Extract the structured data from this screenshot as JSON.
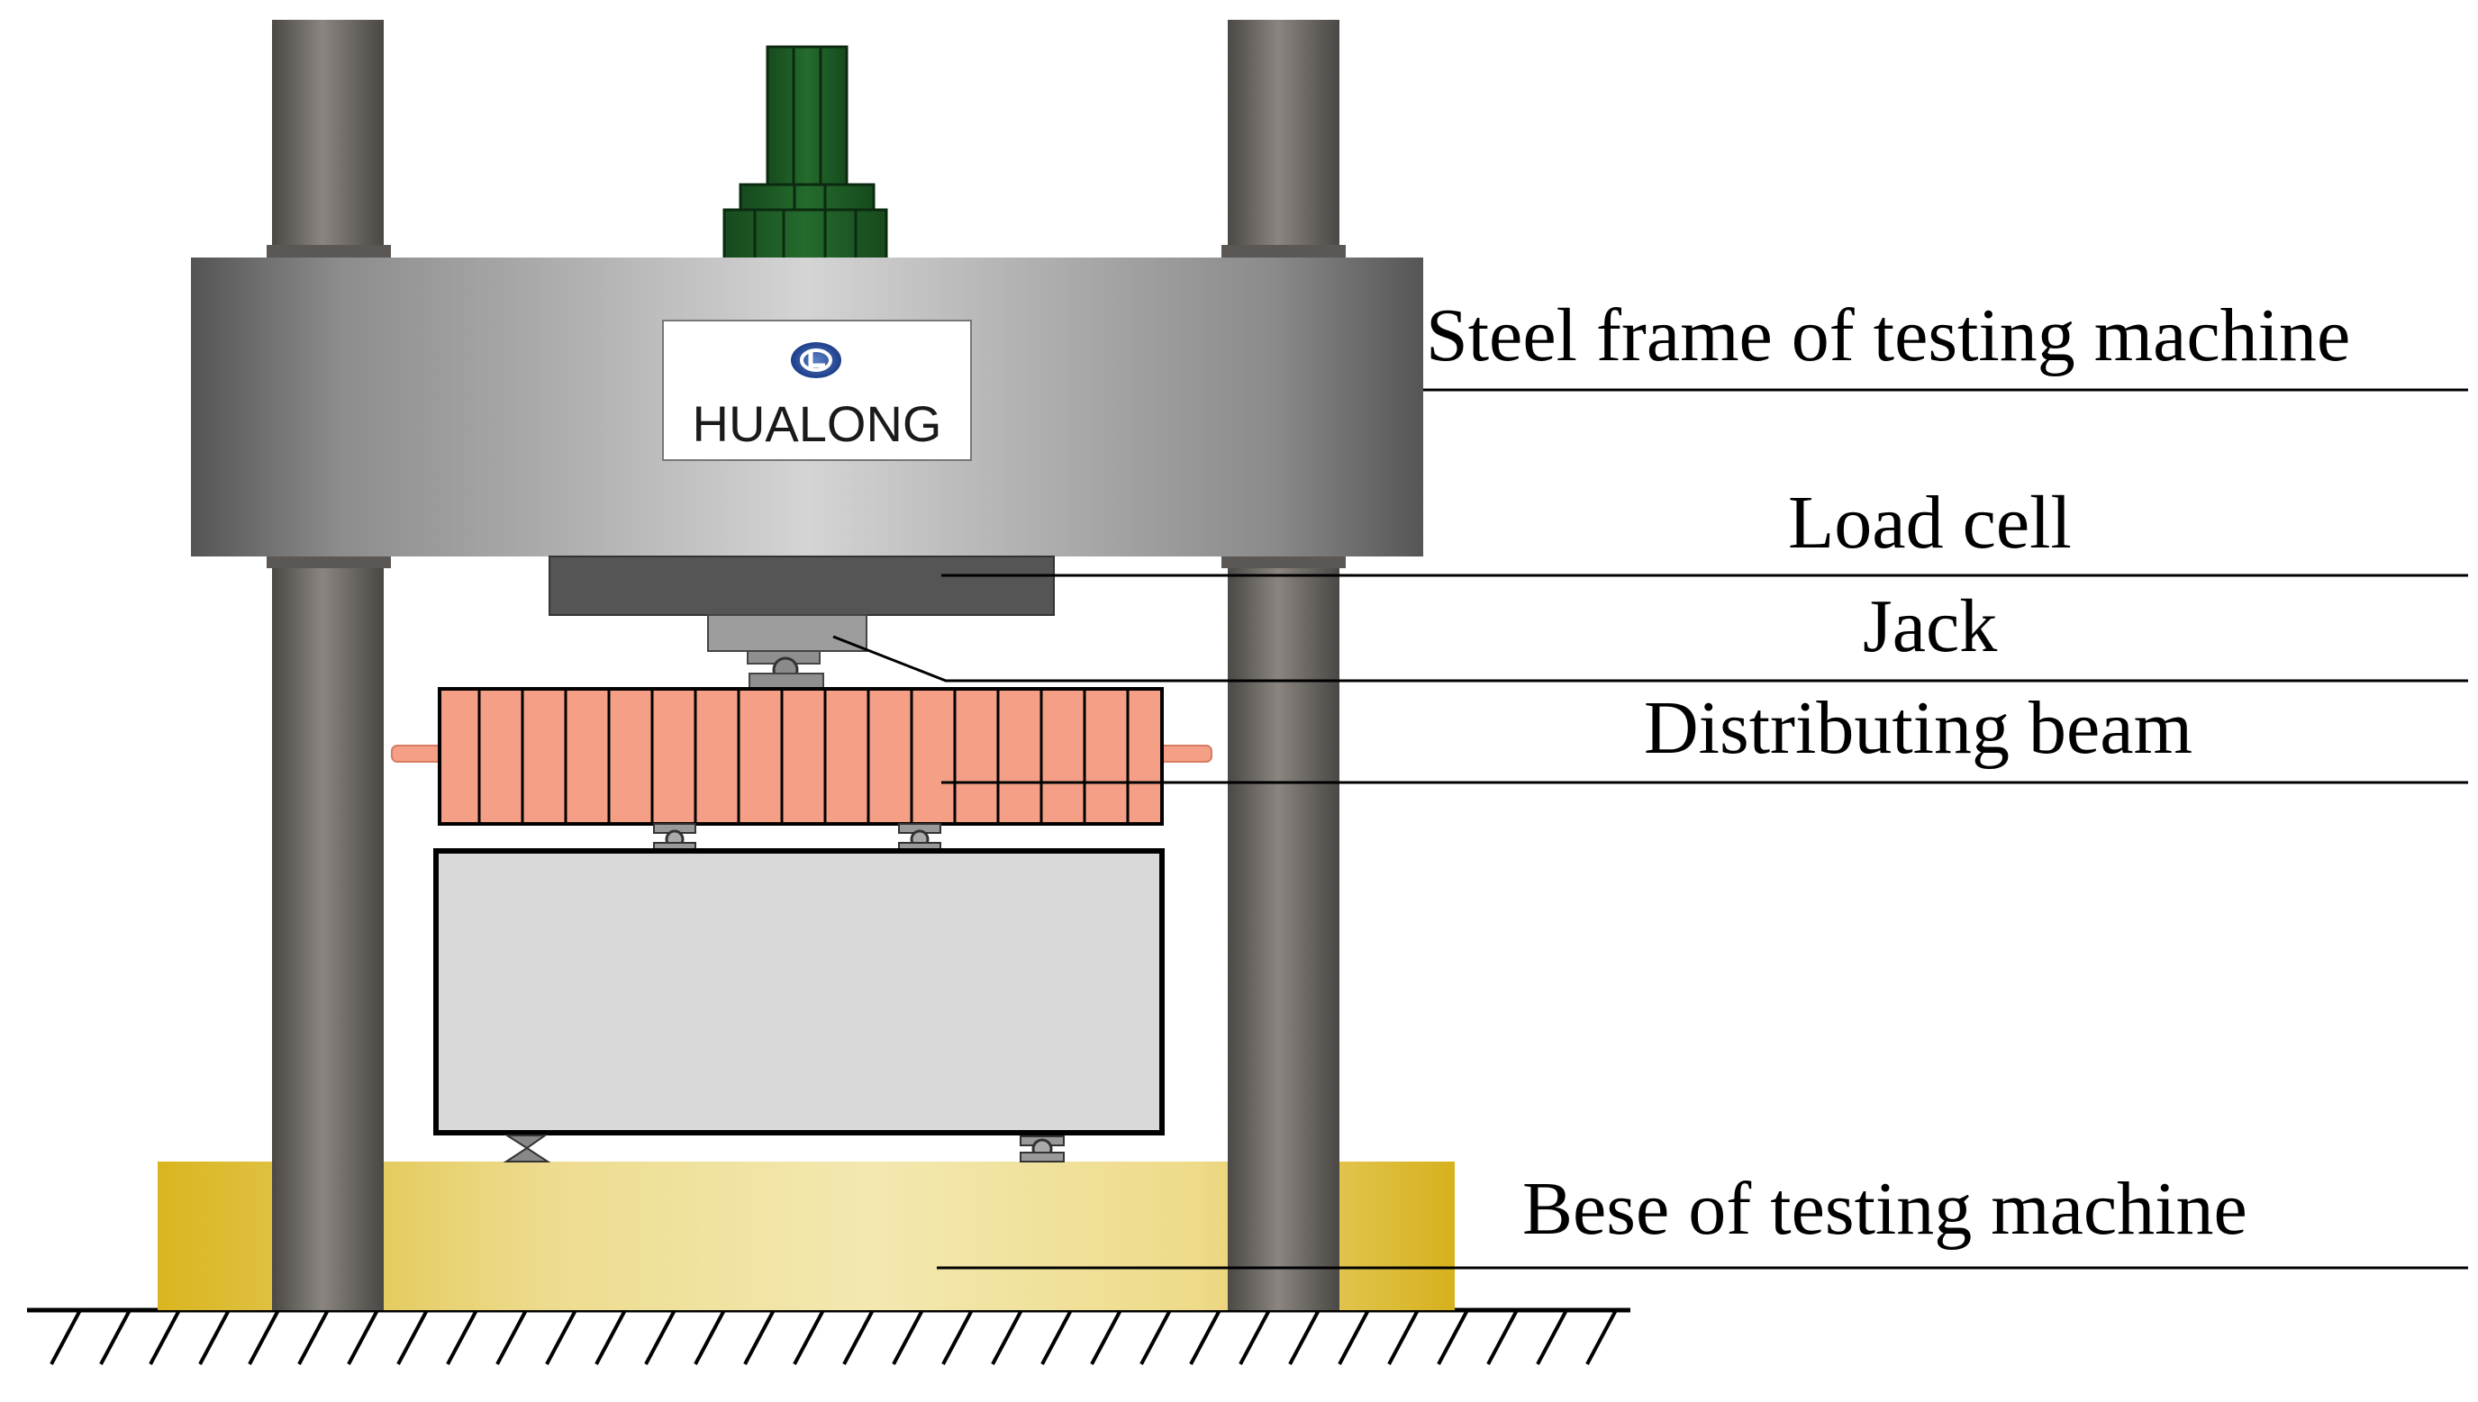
{
  "logo": {
    "brand": "HUALONG",
    "icon": "hualong-logo-icon"
  },
  "labels": {
    "steel_frame": "Steel frame of testing machine",
    "load_cell": "Load cell",
    "jack": "Jack",
    "distributing_beam": "Distributing beam",
    "base": "Bese of testing machine"
  },
  "colors": {
    "column": "#6e6a66",
    "frame": "#9a9a9a",
    "load_cell": "#555555",
    "jack": "#9d9d9d",
    "motor": "#1f5a26",
    "beam": "#f5a086",
    "specimen": "#d9d9d9",
    "base": "#e3c53c"
  }
}
